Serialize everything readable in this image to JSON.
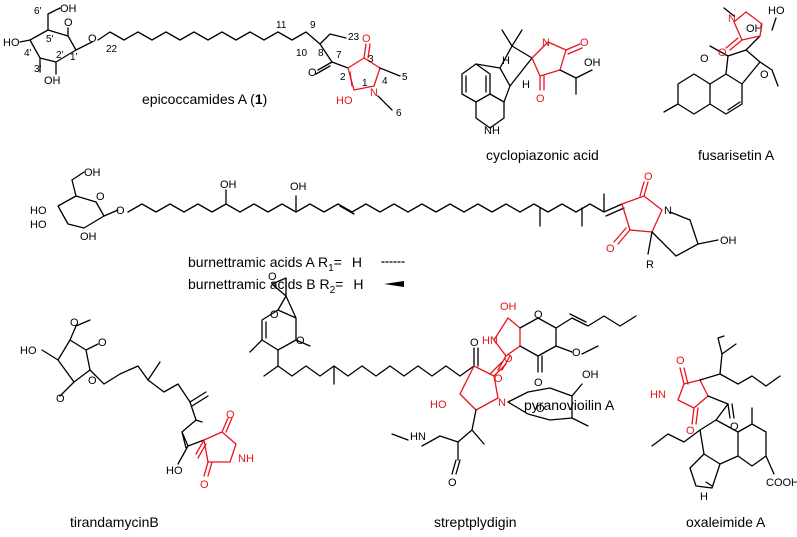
{
  "compounds": {
    "epicoccamide": {
      "name": "epicoccamides A (",
      "bold": "1",
      "close": ")"
    },
    "cyclopiazonic": {
      "name": "cyclopiazonic acid"
    },
    "fusarisetin": {
      "name": "fusarisetin A"
    },
    "burnettramicA": {
      "name": "burnettramic acids A  R",
      "sub": "1",
      "eq": "=",
      "h": "H"
    },
    "burnettramicB": {
      "name": "burnettramic acids B  R",
      "sub": "2",
      "eq": "=",
      "h": "H"
    },
    "tirandamycin": {
      "name": "tirandamycinB"
    },
    "streptolydigin": {
      "name": "streptplydigin"
    },
    "pyranovioilin": {
      "name": "pyranovioilin A"
    },
    "oxaleimide": {
      "name": "oxaleimide A"
    }
  },
  "atoms": {
    "O": "O",
    "OH": "OH",
    "HO": "HO",
    "N": "N",
    "NH": "NH",
    "HN": "HN",
    "H": "H",
    "R": "R",
    "COOH": "COOH",
    "n6p": "6'",
    "n5p": "5'",
    "n4p": "4'",
    "n3p": "3'",
    "n2p": "2'",
    "n1p": "1'",
    "n22": "22",
    "n11": "11",
    "n10": "10",
    "n9": "9",
    "n8": "8",
    "n23": "23",
    "n7": "7",
    "n3": "3",
    "n2": "2",
    "n1": "1",
    "n4": "4",
    "n5": "5",
    "n6": "6"
  },
  "colors": {
    "highlight": "#e8141c",
    "ink": "#000000"
  }
}
